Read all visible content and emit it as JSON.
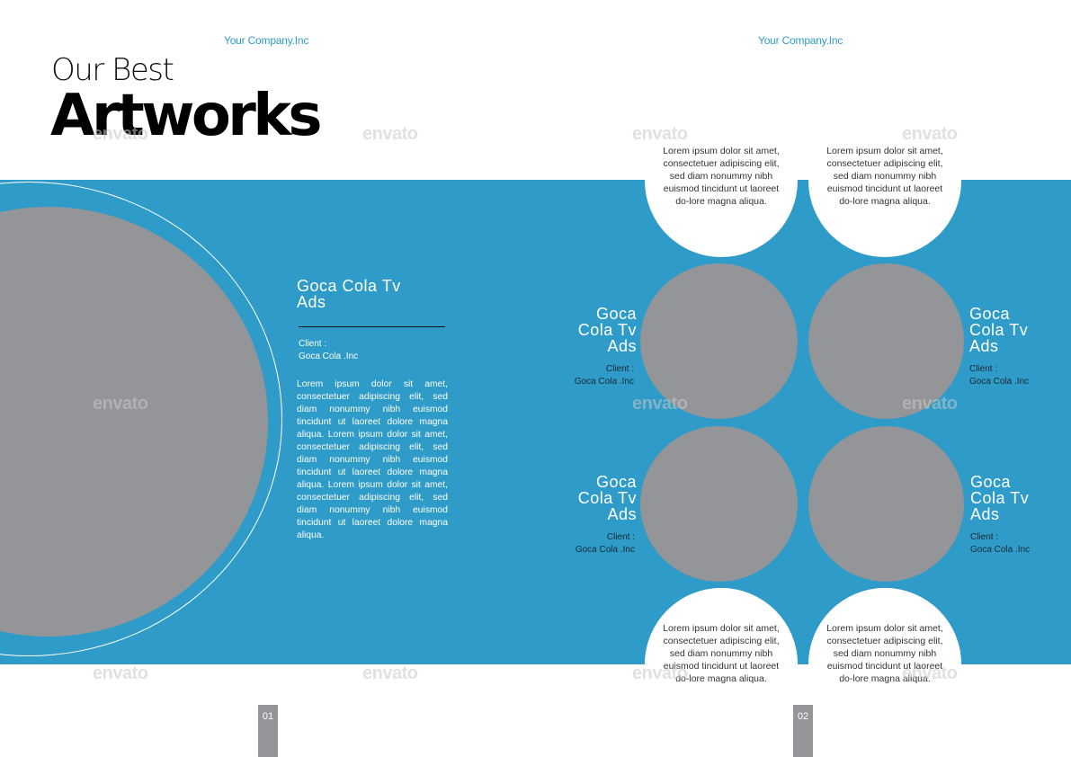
{
  "colors": {
    "accent": "#2e9bc8",
    "placeholder_gray": "#939598",
    "text_dark": "#111111"
  },
  "left_page": {
    "company": "Your Company.Inc",
    "title_light": "Our Best",
    "title_bold": "Artworks",
    "feature": {
      "title_line1": "Goca Cola Tv",
      "title_line2": "Ads",
      "client_label": "Client :",
      "client_name": "Goca Cola .Inc",
      "body": "Lorem ipsum dolor sit amet, consectetuer adipiscing elit, sed diam nonummy nibh euismod tincidunt ut laoreet dolore magna aliqua. Lorem ipsum dolor sit amet, consectetuer adipiscing elit, sed diam nonummy nibh euismod tincidunt ut laoreet dolore magna aliqua. Lorem ipsum dolor sit amet, consectetuer adipiscing elit, sed diam nonummy nibh euismod tincidunt ut laoreet dolore magna aliqua."
    },
    "page_number": "01"
  },
  "right_page": {
    "company": "Your Company.Inc",
    "bubbles": [
      {
        "text": "Lorem ipsum dolor sit amet, consectetuer adipiscing elit, sed diam nonummy nibh euismod tincidunt ut laoreet do-lore magna aliqua."
      },
      {
        "text": "Lorem ipsum dolor sit amet, consectetuer adipiscing elit, sed diam nonummy nibh euismod tincidunt ut laoreet do-lore magna aliqua."
      },
      {
        "text": "Lorem ipsum dolor sit amet, consectetuer adipiscing elit, sed diam nonummy nibh euismod tincidunt ut laoreet do-lore magna aliqua."
      },
      {
        "text": "Lorem ipsum dolor sit amet, consectetuer adipiscing elit, sed diam nonummy nibh euismod tincidunt ut laoreet do-lore magna aliqua."
      }
    ],
    "items": [
      {
        "title_1": "Goca",
        "title_2": "Cola Tv",
        "title_3": "Ads",
        "client_label": "Client :",
        "client_name": "Goca Cola .Inc"
      },
      {
        "title_1": "Goca",
        "title_2": "Cola Tv",
        "title_3": "Ads",
        "client_label": "Client :",
        "client_name": "Goca Cola .Inc"
      },
      {
        "title_1": "Goca",
        "title_2": "Cola Tv",
        "title_3": "Ads",
        "client_label": "Client :",
        "client_name": "Goca Cola .Inc"
      },
      {
        "title_1": "Goca",
        "title_2": "Cola Tv",
        "title_3": "Ads",
        "client_label": "Client :",
        "client_name": "Goca Cola .Inc"
      }
    ],
    "page_number": "02"
  },
  "watermark": "envato"
}
